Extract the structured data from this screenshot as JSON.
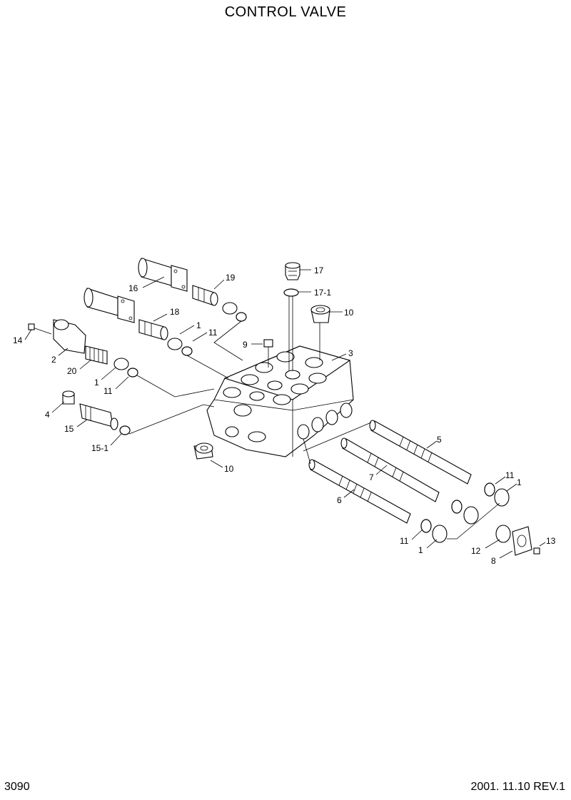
{
  "title": "CONTROL VALVE",
  "page_number": "3090",
  "revision": "2001. 11.10 REV.1",
  "callouts": {
    "c17": "17",
    "c17_1": "17-1",
    "c10a": "10",
    "c19": "19",
    "c16": "16",
    "c18": "18",
    "c1a": "1",
    "c11a": "11",
    "c9": "9",
    "c3": "3",
    "c14": "14",
    "c2": "2",
    "c20": "20",
    "c1b": "1",
    "c11b": "11",
    "c4": "4",
    "c15": "15",
    "c15_1": "15-1",
    "c10b": "10",
    "c5": "5",
    "c7": "7",
    "c6": "6",
    "c11c": "11",
    "c1c": "1",
    "c11d": "11",
    "c1d": "1",
    "c12": "12",
    "c8": "8",
    "c13": "13"
  }
}
